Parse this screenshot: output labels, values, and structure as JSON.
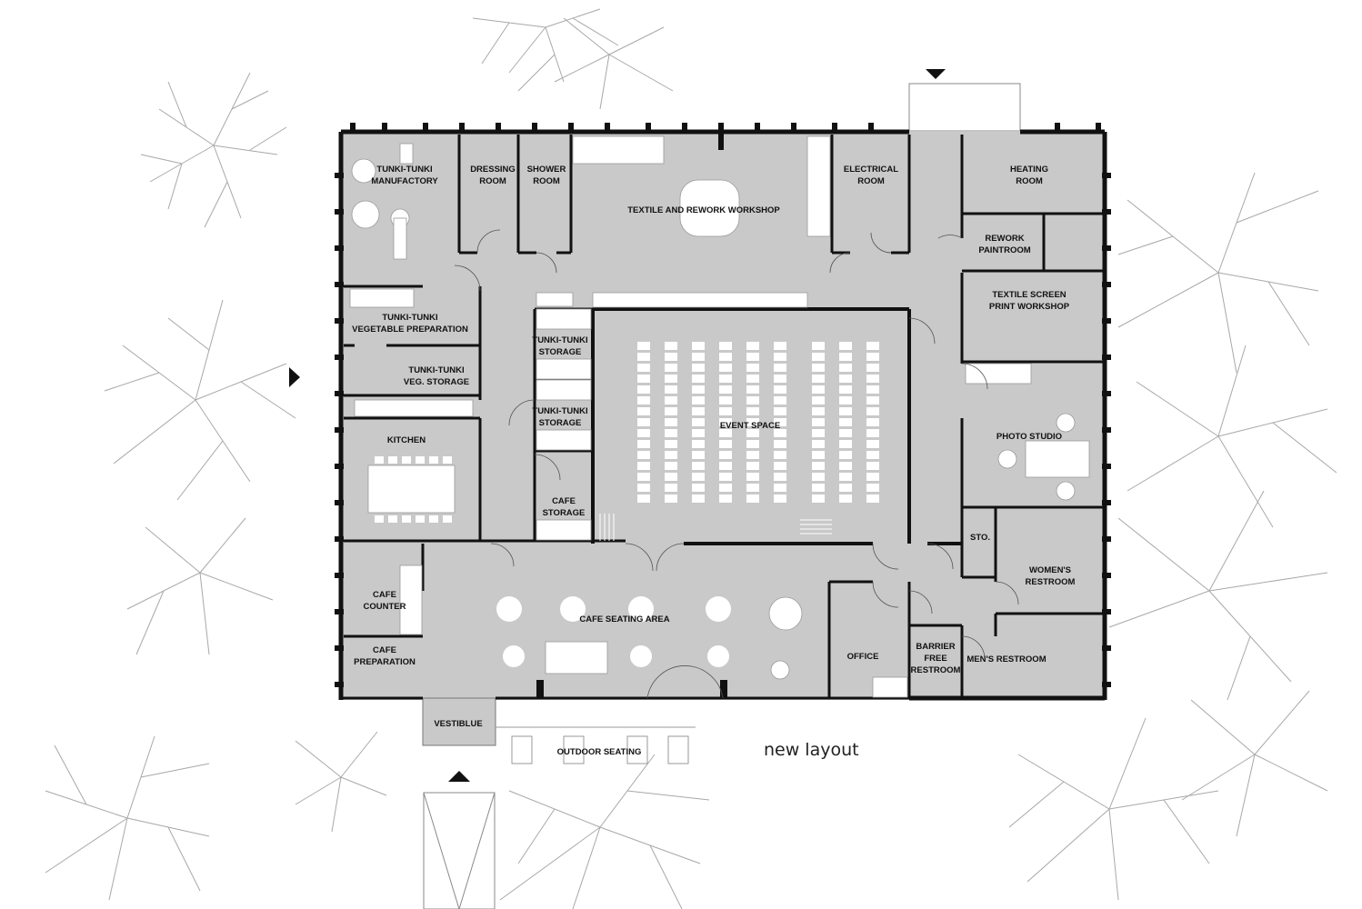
{
  "caption": "new layout",
  "rooms": {
    "manufactory": [
      "TUNKI-TUNKI",
      "MANUFACTORY"
    ],
    "dressing": [
      "DRESSING",
      "ROOM"
    ],
    "shower": [
      "SHOWER",
      "ROOM"
    ],
    "textile_workshop": [
      "TEXTILE AND REWORK WORKSHOP"
    ],
    "electrical": [
      "ELECTRICAL",
      "ROOM"
    ],
    "heating": [
      "HEATING",
      "ROOM"
    ],
    "rework_paintroom": [
      "REWORK",
      "PAINTROOM"
    ],
    "screen_print": [
      "TEXTILE SCREEN",
      "PRINT WORKSHOP"
    ],
    "veg_prep": [
      "TUNKI-TUNKI",
      "VEGETABLE PREPARATION"
    ],
    "veg_storage": [
      "TUNKI-TUNKI",
      "VEG. STORAGE"
    ],
    "storage_1": [
      "TUNKI-TUNKI",
      "STORAGE"
    ],
    "storage_2": [
      "TUNKI-TUNKI",
      "STORAGE"
    ],
    "event_space": [
      "EVENT SPACE"
    ],
    "photo_studio": [
      "PHOTO STUDIO"
    ],
    "kitchen": [
      "KITCHEN"
    ],
    "cafe_storage": [
      "CAFE",
      "STORAGE"
    ],
    "sto": [
      "STO."
    ],
    "womens_restroom": [
      "WOMEN'S",
      "RESTROOM"
    ],
    "cafe_counter": [
      "CAFE",
      "COUNTER"
    ],
    "cafe_seating": [
      "CAFE SEATING AREA"
    ],
    "office": [
      "OFFICE"
    ],
    "barrier_free": [
      "BARRIER",
      "FREE",
      "RESTROOM"
    ],
    "mens_restroom": [
      "MEN'S RESTROOM"
    ],
    "cafe_preparation": [
      "CAFE",
      "PREPARATION"
    ],
    "vestibule": [
      "VESTIBLUE"
    ],
    "outdoor_seating": [
      "OUTDOOR SEATING"
    ]
  },
  "colors": {
    "wall": "#111111",
    "floor": "#c9c9c9",
    "furniture": "#ffffff",
    "tree": "#9a9a9a"
  }
}
